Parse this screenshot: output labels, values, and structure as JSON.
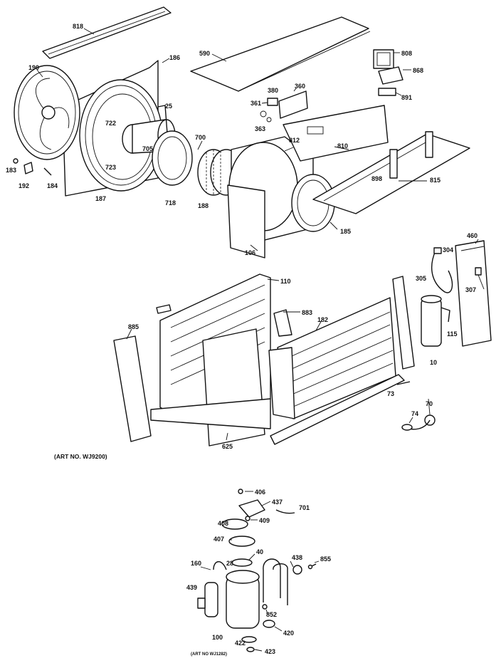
{
  "diagram": {
    "labels": [
      "818",
      "590",
      "808",
      "868",
      "891",
      "360",
      "361",
      "380",
      "363",
      "190",
      "186",
      "25",
      "722",
      "705",
      "723",
      "700",
      "183",
      "192",
      "184",
      "187",
      "718",
      "188",
      "812",
      "810",
      "815",
      "898",
      "185",
      "106",
      "460",
      "304",
      "305",
      "307",
      "110",
      "883",
      "885",
      "182",
      "115",
      "10",
      "73",
      "70",
      "74",
      "625",
      "406",
      "437",
      "701",
      "408",
      "409",
      "407",
      "40",
      "438",
      "855",
      "160",
      "28",
      "439",
      "852",
      "100",
      "422",
      "420",
      "423"
    ],
    "captions": {
      "main": "(ART NO. WJ9200)",
      "bottom": "(ART NO WJ1282)"
    }
  }
}
